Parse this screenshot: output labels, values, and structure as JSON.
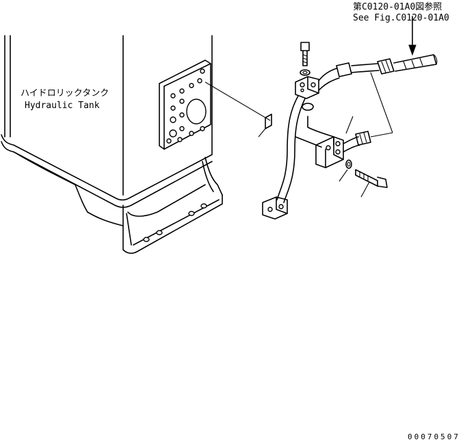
{
  "reference": {
    "line_jp": "第C0120-01A0図参照",
    "line_en": "See Fig.C0120-01A0"
  },
  "tank_label": {
    "jp": "ハイドロリックタンク",
    "en": "Hydraulic Tank"
  },
  "figure_number": "00070507"
}
